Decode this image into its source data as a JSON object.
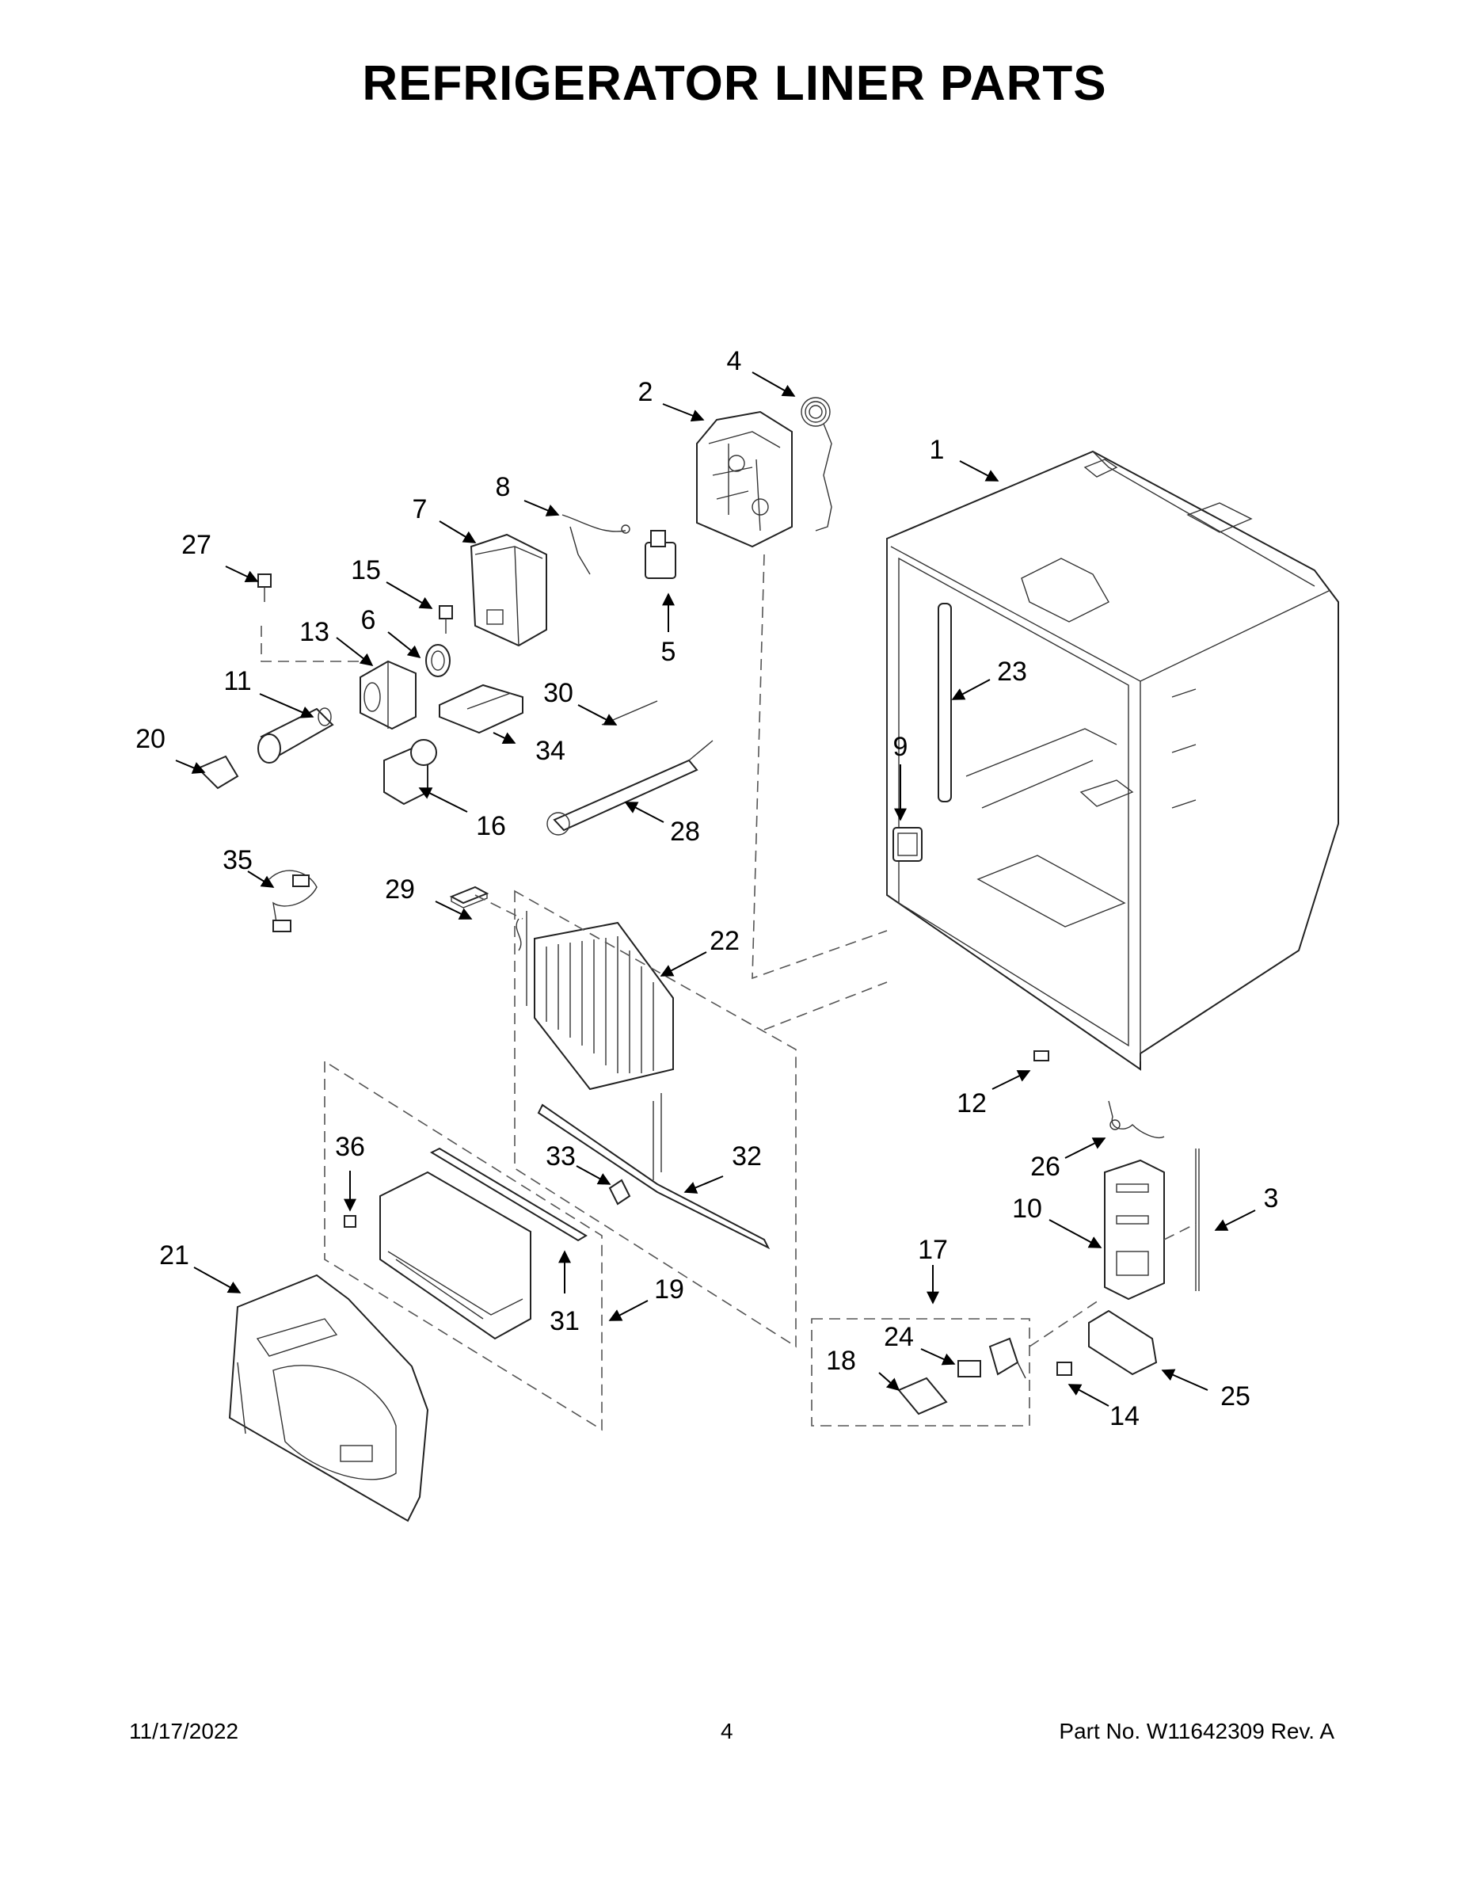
{
  "title": "REFRIGERATOR LINER PARTS",
  "callouts": [
    "1",
    "2",
    "3",
    "4",
    "5",
    "6",
    "7",
    "8",
    "9",
    "10",
    "11",
    "12",
    "13",
    "14",
    "15",
    "16",
    "17",
    "18",
    "19",
    "20",
    "21",
    "22",
    "23",
    "24",
    "25",
    "26",
    "27",
    "28",
    "29",
    "30",
    "31",
    "32",
    "33",
    "34",
    "35",
    "36"
  ],
  "footer": {
    "date": "11/17/2022",
    "page": "4",
    "part_no": "Part No.  W11642309  Rev.  A"
  }
}
